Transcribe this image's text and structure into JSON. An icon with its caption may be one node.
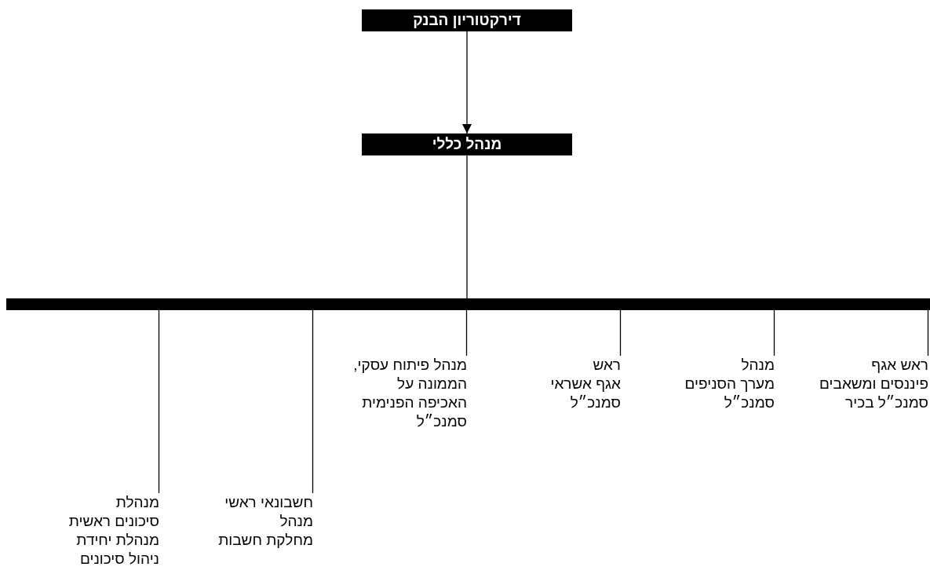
{
  "diagram": {
    "nodes": [
      {
        "text": [
          "דירקטוריון הבנק"
        ]
      },
      {
        "text": [
          "מנהל כללי"
        ]
      },
      {
        "text": [],
        "shape": "bar"
      },
      {
        "text": [
          "ראש אגף",
          "פיננסים ומשאבים",
          "סמנכ״ל בכיר"
        ]
      },
      {
        "text": [
          "מנהל",
          "מערך הסניפים",
          "סמנכ״ל"
        ]
      },
      {
        "text": [
          "ראש",
          "אגף אשראי",
          "סמנכ״ל"
        ]
      },
      {
        "text": [
          "מנהל פיתוח עסקי, הממונה על האכיפה הפנימית",
          "סמנכ״ל"
        ]
      },
      {
        "text": [
          "חשבונאי ראשי",
          "מנהל",
          "מחלקת חשבות"
        ]
      },
      {
        "text": [
          "מנהלת",
          "סיכונים ראשית",
          "מנהלת יחידת ניהול סיכונים"
        ]
      }
    ],
    "edges": [
      {
        "from": 0,
        "to": 1,
        "arrow": "to"
      },
      {
        "from": 1,
        "to": 2,
        "arrow": "none"
      },
      {
        "from": 2,
        "to": 3,
        "arrow": "none"
      },
      {
        "from": 2,
        "to": 4,
        "arrow": "none"
      },
      {
        "from": 2,
        "to": 5,
        "arrow": "none"
      },
      {
        "from": 2,
        "to": 6,
        "arrow": "none"
      },
      {
        "from": 2,
        "to": 7,
        "arrow": "none"
      },
      {
        "from": 2,
        "to": 8,
        "arrow": "none"
      }
    ]
  }
}
